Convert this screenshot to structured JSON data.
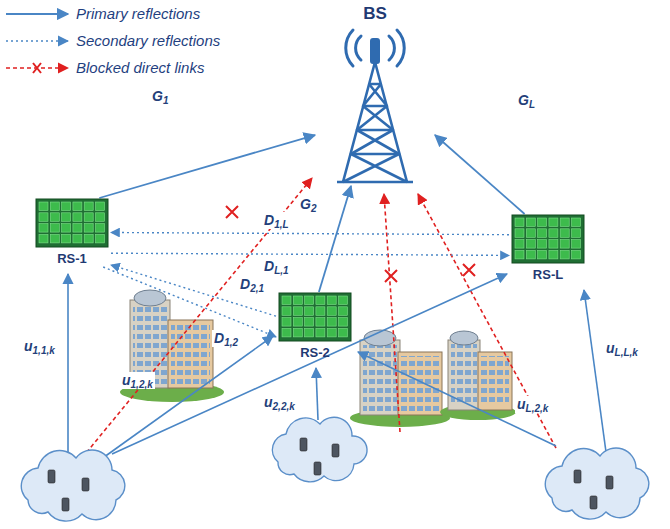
{
  "diagram": {
    "nodes": [
      {
        "text": [
          "BS"
        ]
      },
      {
        "text": [
          "RS-1"
        ]
      },
      {
        "text": [
          "RS-2"
        ]
      },
      {
        "text": [
          "RS-L"
        ]
      }
    ],
    "edges": [
      {
        "from": 1,
        "to": 0,
        "arrow": "to",
        "label": "G1"
      },
      {
        "from": 2,
        "to": 0,
        "arrow": "to",
        "label": "G2"
      },
      {
        "from": 3,
        "to": 0,
        "arrow": "to",
        "label": "GL"
      },
      {
        "from": 3,
        "to": 1,
        "arrow": "to",
        "label": "D1,L"
      },
      {
        "from": 1,
        "to": 3,
        "arrow": "to",
        "label": "DL,1"
      },
      {
        "from": 2,
        "to": 1,
        "arrow": "to",
        "label": "D2,1"
      },
      {
        "from": 1,
        "to": 2,
        "arrow": "to",
        "label": "D1,2"
      }
    ],
    "labels": [
      "u1,1,k",
      "u1,2,k",
      "u2,2,k",
      "uL,2,k",
      "uL,L,k"
    ],
    "legend": [
      {
        "text": "Primary reflections"
      },
      {
        "text": "Secondary reflections"
      },
      {
        "text": "Blocked direct links"
      }
    ]
  }
}
